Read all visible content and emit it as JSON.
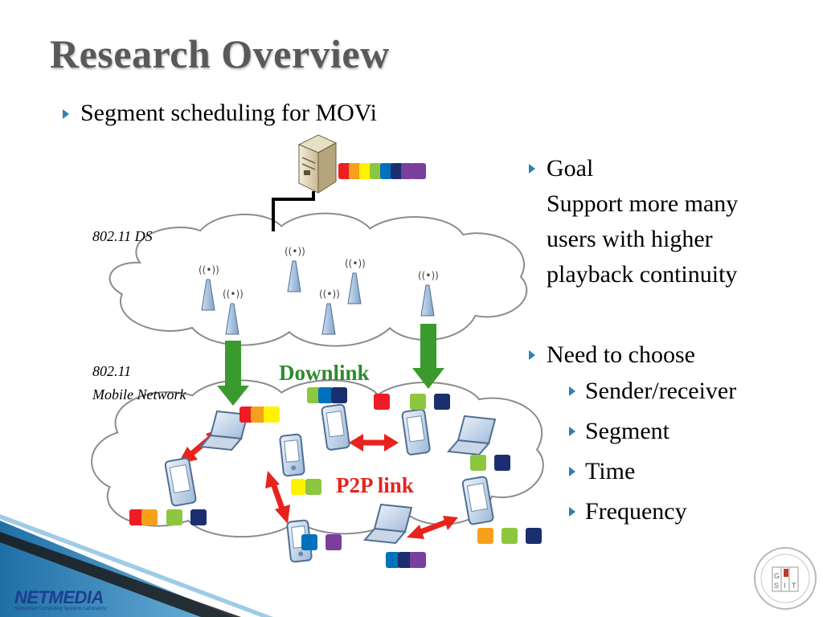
{
  "slide": {
    "title": "Research Overview",
    "bullet_main": "Segment scheduling for MOVi",
    "goal": {
      "heading": "Goal",
      "lines": [
        "Support more many",
        "users with higher",
        "playback continuity"
      ]
    },
    "need": {
      "heading": "Need to choose",
      "items": [
        "Sender/receiver",
        "Segment",
        "Time",
        "Frequency"
      ]
    }
  },
  "diagram": {
    "label_ds": "802.11 DS",
    "label_mobile_line1": "802.11",
    "label_mobile_line2": "Mobile Network",
    "label_downlink": "Downlink",
    "label_p2p": "P2P link"
  },
  "branding": {
    "logo_text": "NETMEDIA",
    "logo_sub": "Networked Computing Systems Laboratory",
    "seal_letters": [
      "G",
      "I",
      "S",
      "T"
    ]
  },
  "colors": {
    "bullet": "#2e7fb8",
    "downlink_arrow": "#3a9a2e",
    "p2p_arrow": "#e8231c",
    "downlink_text": "#2e8b2e",
    "p2p_text": "#e8231c",
    "segments": [
      "#ee1c25",
      "#f7a11a",
      "#fff200",
      "#8dc63f",
      "#0072bc",
      "#1b2f6e",
      "#7a3f9d"
    ]
  }
}
